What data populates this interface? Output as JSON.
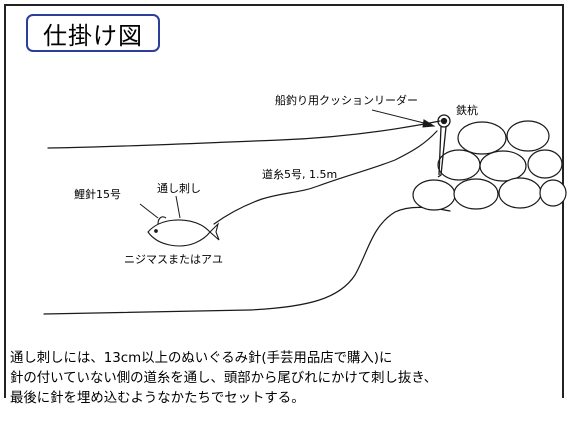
{
  "title": "仕掛け図",
  "labels": {
    "leader": "船釣り用クッションリーダー",
    "stake": "鉄杭",
    "line": "道糸5号, 1.5m",
    "hook": "鯉針15号",
    "pass": "通し刺し",
    "bait": "ニジマスまたはアユ"
  },
  "caption": [
    "通し刺しには、13cm以上のぬいぐるみ針(手芸用品店で購入)に",
    "針の付いていない側の道糸を通し、頭部から尾びれにかけて刺し抜き、",
    "最後に針を埋め込むようなかたちでセットする。"
  ]
}
